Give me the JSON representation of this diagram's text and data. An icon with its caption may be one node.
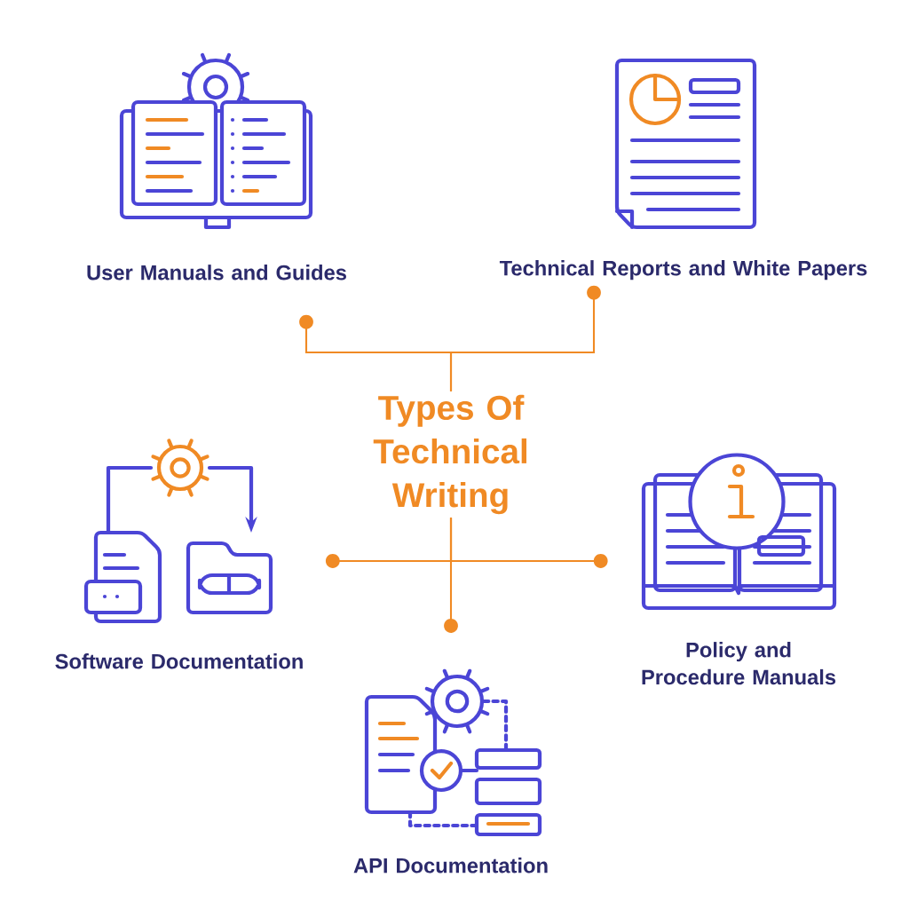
{
  "diagram": {
    "nodes": [
      {
        "text": [
          "User Manuals and Guides"
        ]
      },
      {
        "text": [
          "Technical Reports and White Papers"
        ]
      },
      {
        "text": [
          "Types Of Technical Writing"
        ]
      },
      {
        "text": [
          "Software Documentation"
        ]
      },
      {
        "text": [
          "Policy and Procedure Manuals"
        ]
      },
      {
        "text": [
          "API Documentation"
        ]
      }
    ],
    "edges": [
      {
        "from": 2,
        "to": 0,
        "arrow": "other"
      },
      {
        "from": 2,
        "to": 1,
        "arrow": "other"
      },
      {
        "from": 2,
        "to": 3,
        "arrow": "other"
      },
      {
        "from": 2,
        "to": 4,
        "arrow": "other"
      },
      {
        "from": 2,
        "to": 5,
        "arrow": "other"
      }
    ]
  }
}
